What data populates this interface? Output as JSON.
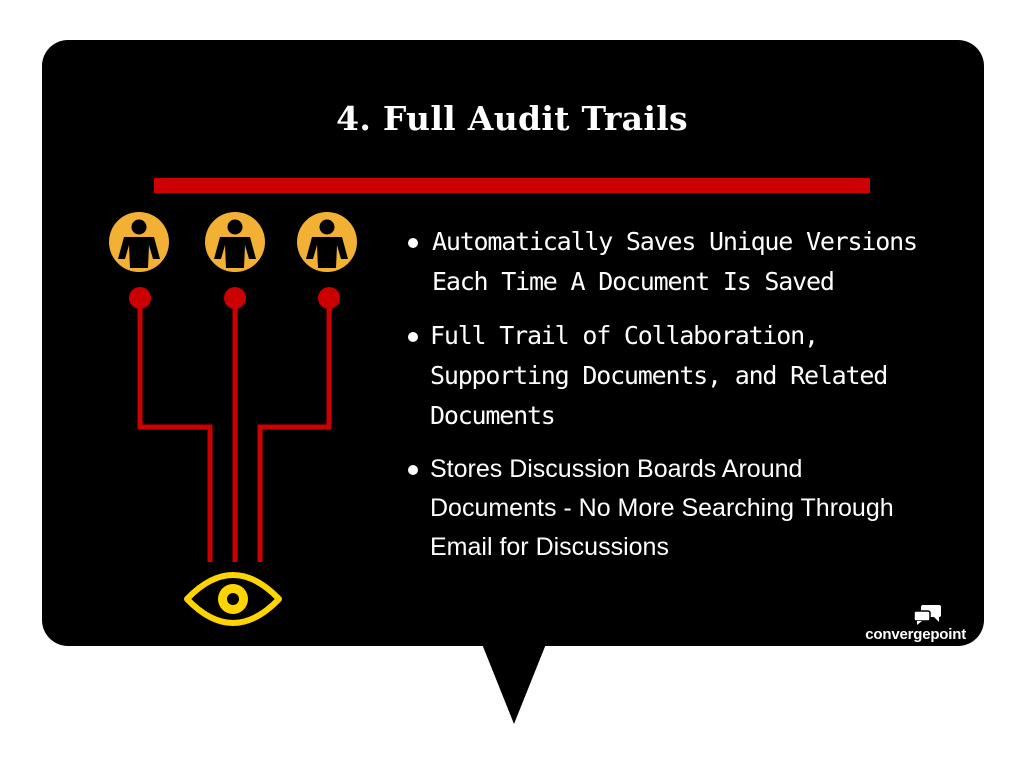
{
  "title": "4. Full Audit Trails",
  "bullets": [
    "Automatically Saves Unique Versions Each Time A Document Is Saved",
    "Full Trail of Collaboration, Supporting Documents, and Related Documents",
    "Stores Discussion Boards Around Documents - No More Searching Through Email for Discussions"
  ],
  "brand": "convergepoint",
  "colors": {
    "background": "#000000",
    "accent_red": "#cc0000",
    "icon_yellow": "#f2b134",
    "eye_yellow": "#ffd400",
    "text": "#ffffff"
  },
  "icons": [
    "person-icon",
    "person-icon",
    "person-icon",
    "eye-icon",
    "chat-bubbles-icon"
  ]
}
